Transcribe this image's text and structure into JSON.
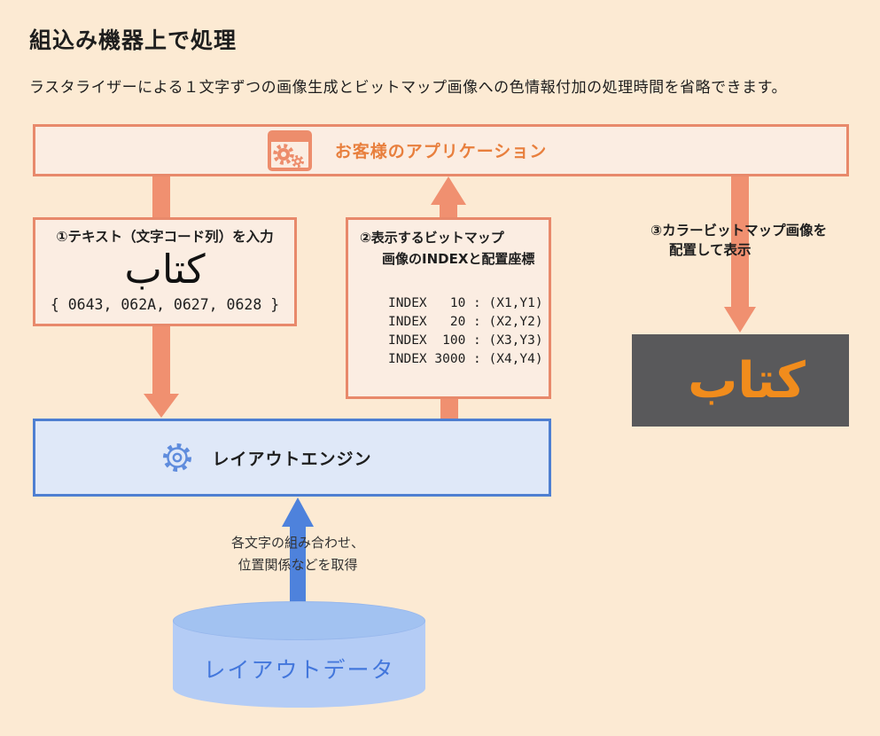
{
  "page": {
    "title": "組込み機器上で処理",
    "subtitle": "ラスタライザーによる１文字ずつの画像生成とビットマップ画像への色情報付加の処理時間を省略できます。"
  },
  "application": {
    "label": "お客様のアプリケーション",
    "icon": "app-window-gears-icon"
  },
  "step1": {
    "title": "①テキスト（文字コード列）を入力",
    "sample_text": "كتاب",
    "char_codes": "{ 0643, 062A, 0627, 0628 }"
  },
  "step2": {
    "title_line1": "②表示するビットマップ",
    "title_line2": "画像のINDEXと配置座標",
    "index_rows": [
      "INDEX   10 : (X1,Y1)",
      "INDEX   20 : (X2,Y2)",
      "INDEX  100 : (X3,Y3)",
      "INDEX 3000 : (X4,Y4)"
    ]
  },
  "step3": {
    "title_line1": "③カラービットマップ画像を",
    "title_line2": "配置して表示",
    "display_text": "كتاب"
  },
  "layout_engine": {
    "label": "レイアウトエンジン",
    "icon": "gear-icon"
  },
  "layout_data": {
    "label": "レイアウトデータ",
    "annotation_line1": "各文字の組み合わせ、",
    "annotation_line2": "位置関係などを取得"
  },
  "colors": {
    "bg": "#FCEAD3",
    "box_fill": "#FBEDE2",
    "orange_border": "#E8896B",
    "arrow_orange": "#F09070",
    "app_text": "#E87F3D",
    "dark_bg": "#59595B",
    "bitmap_orange": "#F18C1C",
    "blue_border": "#4E7FD1",
    "blue_fill": "#DFE8F8",
    "arrow_blue": "#4E82DC",
    "cyl_top": "#A2C2F1",
    "cyl_body": "#B4CCF5",
    "cyl_text": "#4377DC"
  }
}
